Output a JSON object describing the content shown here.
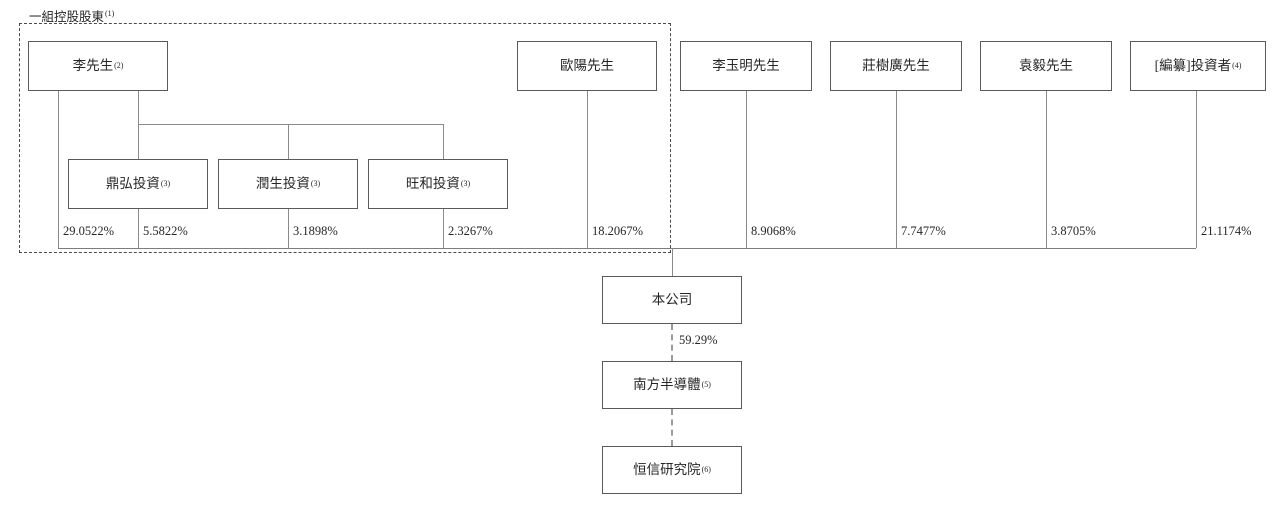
{
  "diagram": {
    "title_label": "一組控股股東",
    "title_sup": "(1)",
    "group_region_note": "dashed boundary enclosing the concert-party group"
  },
  "nodes": {
    "li": {
      "label": "李先生",
      "sup": "(2)"
    },
    "dinghong": {
      "label": "鼎弘投資",
      "sup": "(3)"
    },
    "runsheng": {
      "label": "潤生投資",
      "sup": "(3)"
    },
    "wanghe": {
      "label": "旺和投資",
      "sup": "(3)"
    },
    "ouyang": {
      "label": "歐陽先生",
      "sup": ""
    },
    "liyuming": {
      "label": "李玉明先生",
      "sup": ""
    },
    "zhuangshuguang": {
      "label": "莊樹廣先生",
      "sup": ""
    },
    "yuanyi": {
      "label": "袁毅先生",
      "sup": ""
    },
    "investors": {
      "label": "[編纂]投資者",
      "sup": "(4)"
    },
    "company": {
      "label": "本公司",
      "sup": ""
    },
    "nanfang": {
      "label": "南方半導體",
      "sup": "(5)"
    },
    "hengxin": {
      "label": "恒信研究院",
      "sup": "(6)"
    }
  },
  "percentages": {
    "li_direct": "29.0522%",
    "dinghong": "5.5822%",
    "runsheng": "3.1898%",
    "wanghe": "2.3267%",
    "ouyang": "18.2067%",
    "liyuming": "8.9068%",
    "zhuangshuguang": "7.7477%",
    "yuanyi": "3.8705%",
    "investors": "21.1174%",
    "company_to_nanfang": "59.29%"
  },
  "colors": {
    "box_border": "#5a5a5a",
    "line": "#8a8a8a",
    "dashed_region": "#4a4a4a",
    "text": "#262626",
    "background": "#ffffff"
  }
}
